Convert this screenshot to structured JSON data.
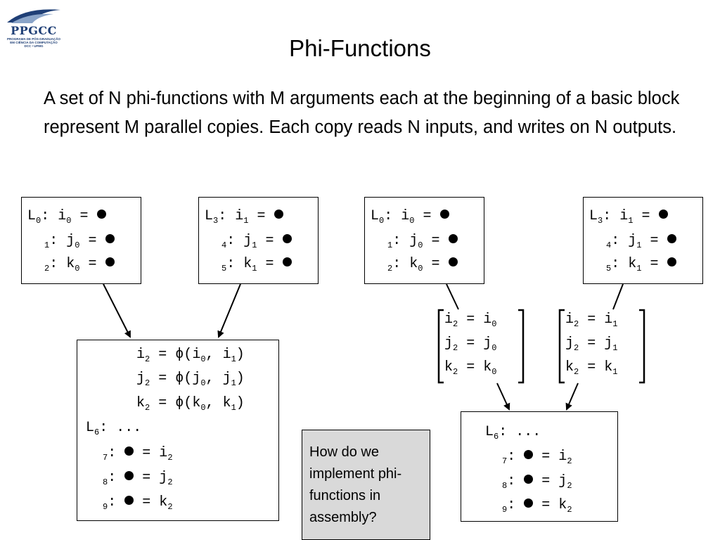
{
  "logo": {
    "name": "PPGCC",
    "line1": "PROGRAMA DE PÓS-GRADUAÇÃO",
    "line2": "EM CIÊNCIA DA COMPUTAÇÃO",
    "line3": "DCC • UFMG"
  },
  "title": "Phi-Functions",
  "intro": "A set of N phi-functions with M arguments each at the beginning of a basic block represent M parallel copies. Each copy reads N inputs, and writes on N outputs.",
  "question": "How do we implement phi-functions in assembly?",
  "colors": {
    "question_bg": "#d9d9d9",
    "logo_blue": "#1f3f76"
  },
  "diagram_left": {
    "top_left": {
      "label": "L",
      "label_sub": "0",
      "rows": [
        {
          "lead_sub": "",
          "var": "i",
          "var_sub": "0"
        },
        {
          "lead_sub": "1",
          "var": "j",
          "var_sub": "0"
        },
        {
          "lead_sub": "2",
          "var": "k",
          "var_sub": "0"
        }
      ]
    },
    "top_right": {
      "label": "L",
      "label_sub": "3",
      "rows": [
        {
          "lead_sub": "",
          "var": "i",
          "var_sub": "1"
        },
        {
          "lead_sub": "4",
          "var": "j",
          "var_sub": "1"
        },
        {
          "lead_sub": "5",
          "var": "k",
          "var_sub": "1"
        }
      ]
    },
    "join": {
      "phis": [
        {
          "dst": "i",
          "dst_sub": "2",
          "a": "i",
          "a_sub": "0",
          "b": "i",
          "b_sub": "1"
        },
        {
          "dst": "j",
          "dst_sub": "2",
          "a": "j",
          "a_sub": "0",
          "b": "j",
          "b_sub": "1"
        },
        {
          "dst": "k",
          "dst_sub": "2",
          "a": "k",
          "a_sub": "0",
          "b": "k",
          "b_sub": "1"
        }
      ],
      "label": "L",
      "label_sub": "6",
      "ellipsis": "...",
      "uses": [
        {
          "lead_sub": "7",
          "var": "i",
          "var_sub": "2"
        },
        {
          "lead_sub": "8",
          "var": "j",
          "var_sub": "2"
        },
        {
          "lead_sub": "9",
          "var": "k",
          "var_sub": "2"
        }
      ]
    }
  },
  "diagram_right": {
    "copies_left": [
      {
        "dst": "i",
        "dst_sub": "2",
        "src": "i",
        "src_sub": "0"
      },
      {
        "dst": "j",
        "dst_sub": "2",
        "src": "j",
        "src_sub": "0"
      },
      {
        "dst": "k",
        "dst_sub": "2",
        "src": "k",
        "src_sub": "0"
      }
    ],
    "copies_right": [
      {
        "dst": "i",
        "dst_sub": "2",
        "src": "i",
        "src_sub": "1"
      },
      {
        "dst": "j",
        "dst_sub": "2",
        "src": "j",
        "src_sub": "1"
      },
      {
        "dst": "k",
        "dst_sub": "2",
        "src": "k",
        "src_sub": "1"
      }
    ]
  },
  "symbols": {
    "assign": "=",
    "phi": "ϕ",
    "comma": ",",
    "colon": ":"
  }
}
